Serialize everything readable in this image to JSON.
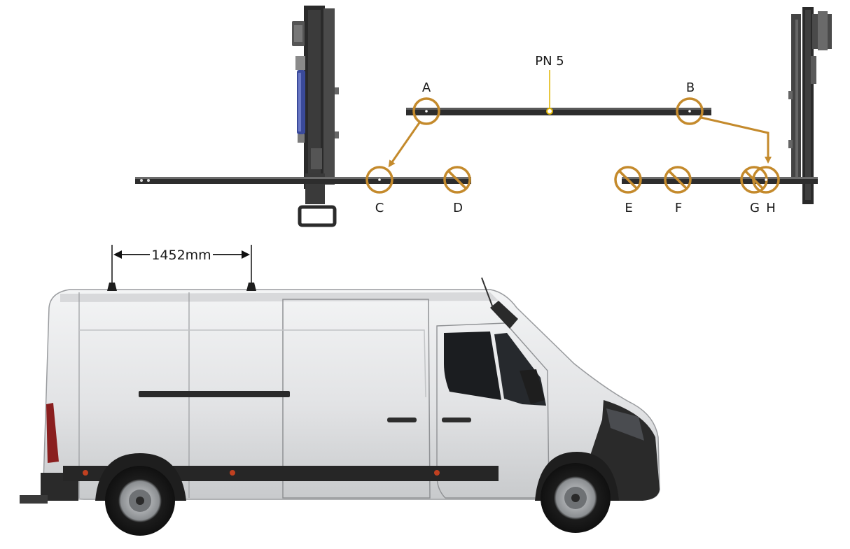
{
  "colors": {
    "accent": "#C48A2C",
    "bar": "#2d2d2d",
    "van_body": "#e6e7e8",
    "van_shade": "#c9cbcd",
    "trim": "#262626"
  },
  "part_label": "PN 5",
  "points": {
    "a": "A",
    "b": "B",
    "c": "C",
    "d": "D",
    "e": "E",
    "f": "F",
    "g": "G",
    "h": "H"
  },
  "dimension": {
    "text": "1452mm"
  }
}
